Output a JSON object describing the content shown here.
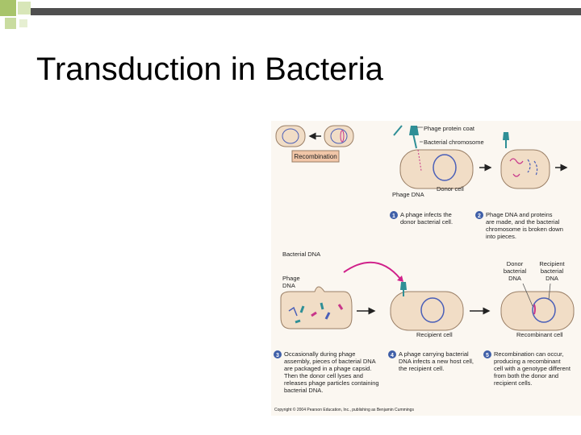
{
  "slide": {
    "title": "Transduction in Bacteria"
  },
  "figure": {
    "labels": {
      "phage_protein_coat": "Phage protein coat",
      "bacterial_chromosome": "Bacterial chromosome",
      "phage_dna_top": "Phage DNA",
      "donor_cell": "Donor cell",
      "recombination": "Recombination",
      "bacterial_dna": "Bacterial DNA",
      "phage_dna_mid_1": "Phage",
      "phage_dna_mid_2": "DNA",
      "recipient_cell": "Recipient cell",
      "donor_bacterial_dna_1": "Donor",
      "donor_bacterial_dna_2": "bacterial",
      "donor_bacterial_dna_3": "DNA",
      "recipient_bacterial_dna_1": "Recipient",
      "recipient_bacterial_dna_2": "bacterial",
      "recipient_bacterial_dna_3": "DNA",
      "recombinant_cell": "Recombinant cell"
    },
    "steps": [
      {
        "num": "1",
        "lines": [
          "A phage infects the",
          "donor bacterial cell."
        ]
      },
      {
        "num": "2",
        "lines": [
          "Phage DNA and proteins",
          "are made, and the bacterial",
          "chromosome is broken down",
          "into pieces."
        ]
      },
      {
        "num": "3",
        "lines": [
          "Occasionally during phage",
          "assembly, pieces of bacterial DNA",
          "are packaged in a phage capsid.",
          "Then the donor cell lyses and",
          "releases phage particles containing",
          "bacterial DNA."
        ]
      },
      {
        "num": "4",
        "lines": [
          "A phage carrying bacterial",
          "DNA infects a new host cell,",
          "the recipient cell."
        ]
      },
      {
        "num": "5",
        "lines": [
          "Recombination can occur,",
          "producing a recombinant",
          "cell with a genotype different",
          "from both the donor and",
          "recipient cells."
        ]
      }
    ],
    "copyright": "Copyright © 2004 Pearson Education, Inc., publishing as Benjamin Cummings"
  },
  "colors": {
    "cell_fill": "#f1ddc6",
    "cell_stroke": "#9a7f66",
    "dna_blue": "#4a5fb8",
    "dna_pink": "#c8368a",
    "phage_teal": "#2f8f96",
    "step_badge": "#3f5fa8",
    "accent_magenta": "#d0208a",
    "decor_green": "#6f8f3a",
    "figure_bg": "#fbf7f1"
  }
}
